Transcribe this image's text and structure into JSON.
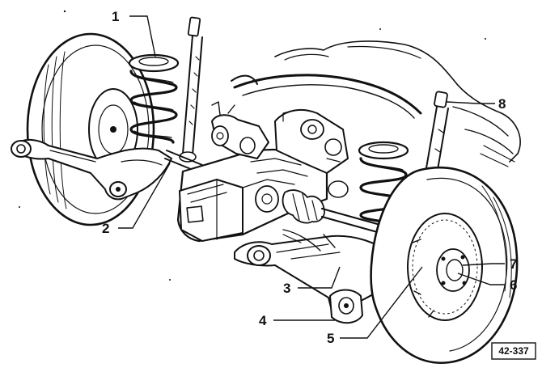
{
  "figure": {
    "callouts": [
      {
        "id": "c1",
        "label": "1"
      },
      {
        "id": "c2",
        "label": "2"
      },
      {
        "id": "c3",
        "label": "3"
      },
      {
        "id": "c4",
        "label": "4"
      },
      {
        "id": "c5",
        "label": "5"
      },
      {
        "id": "c6",
        "label": "6"
      },
      {
        "id": "c7",
        "label": "7"
      },
      {
        "id": "c8",
        "label": "8"
      }
    ],
    "code": "42-337",
    "ink_color": "#111111",
    "paper_color": "#ffffff"
  }
}
